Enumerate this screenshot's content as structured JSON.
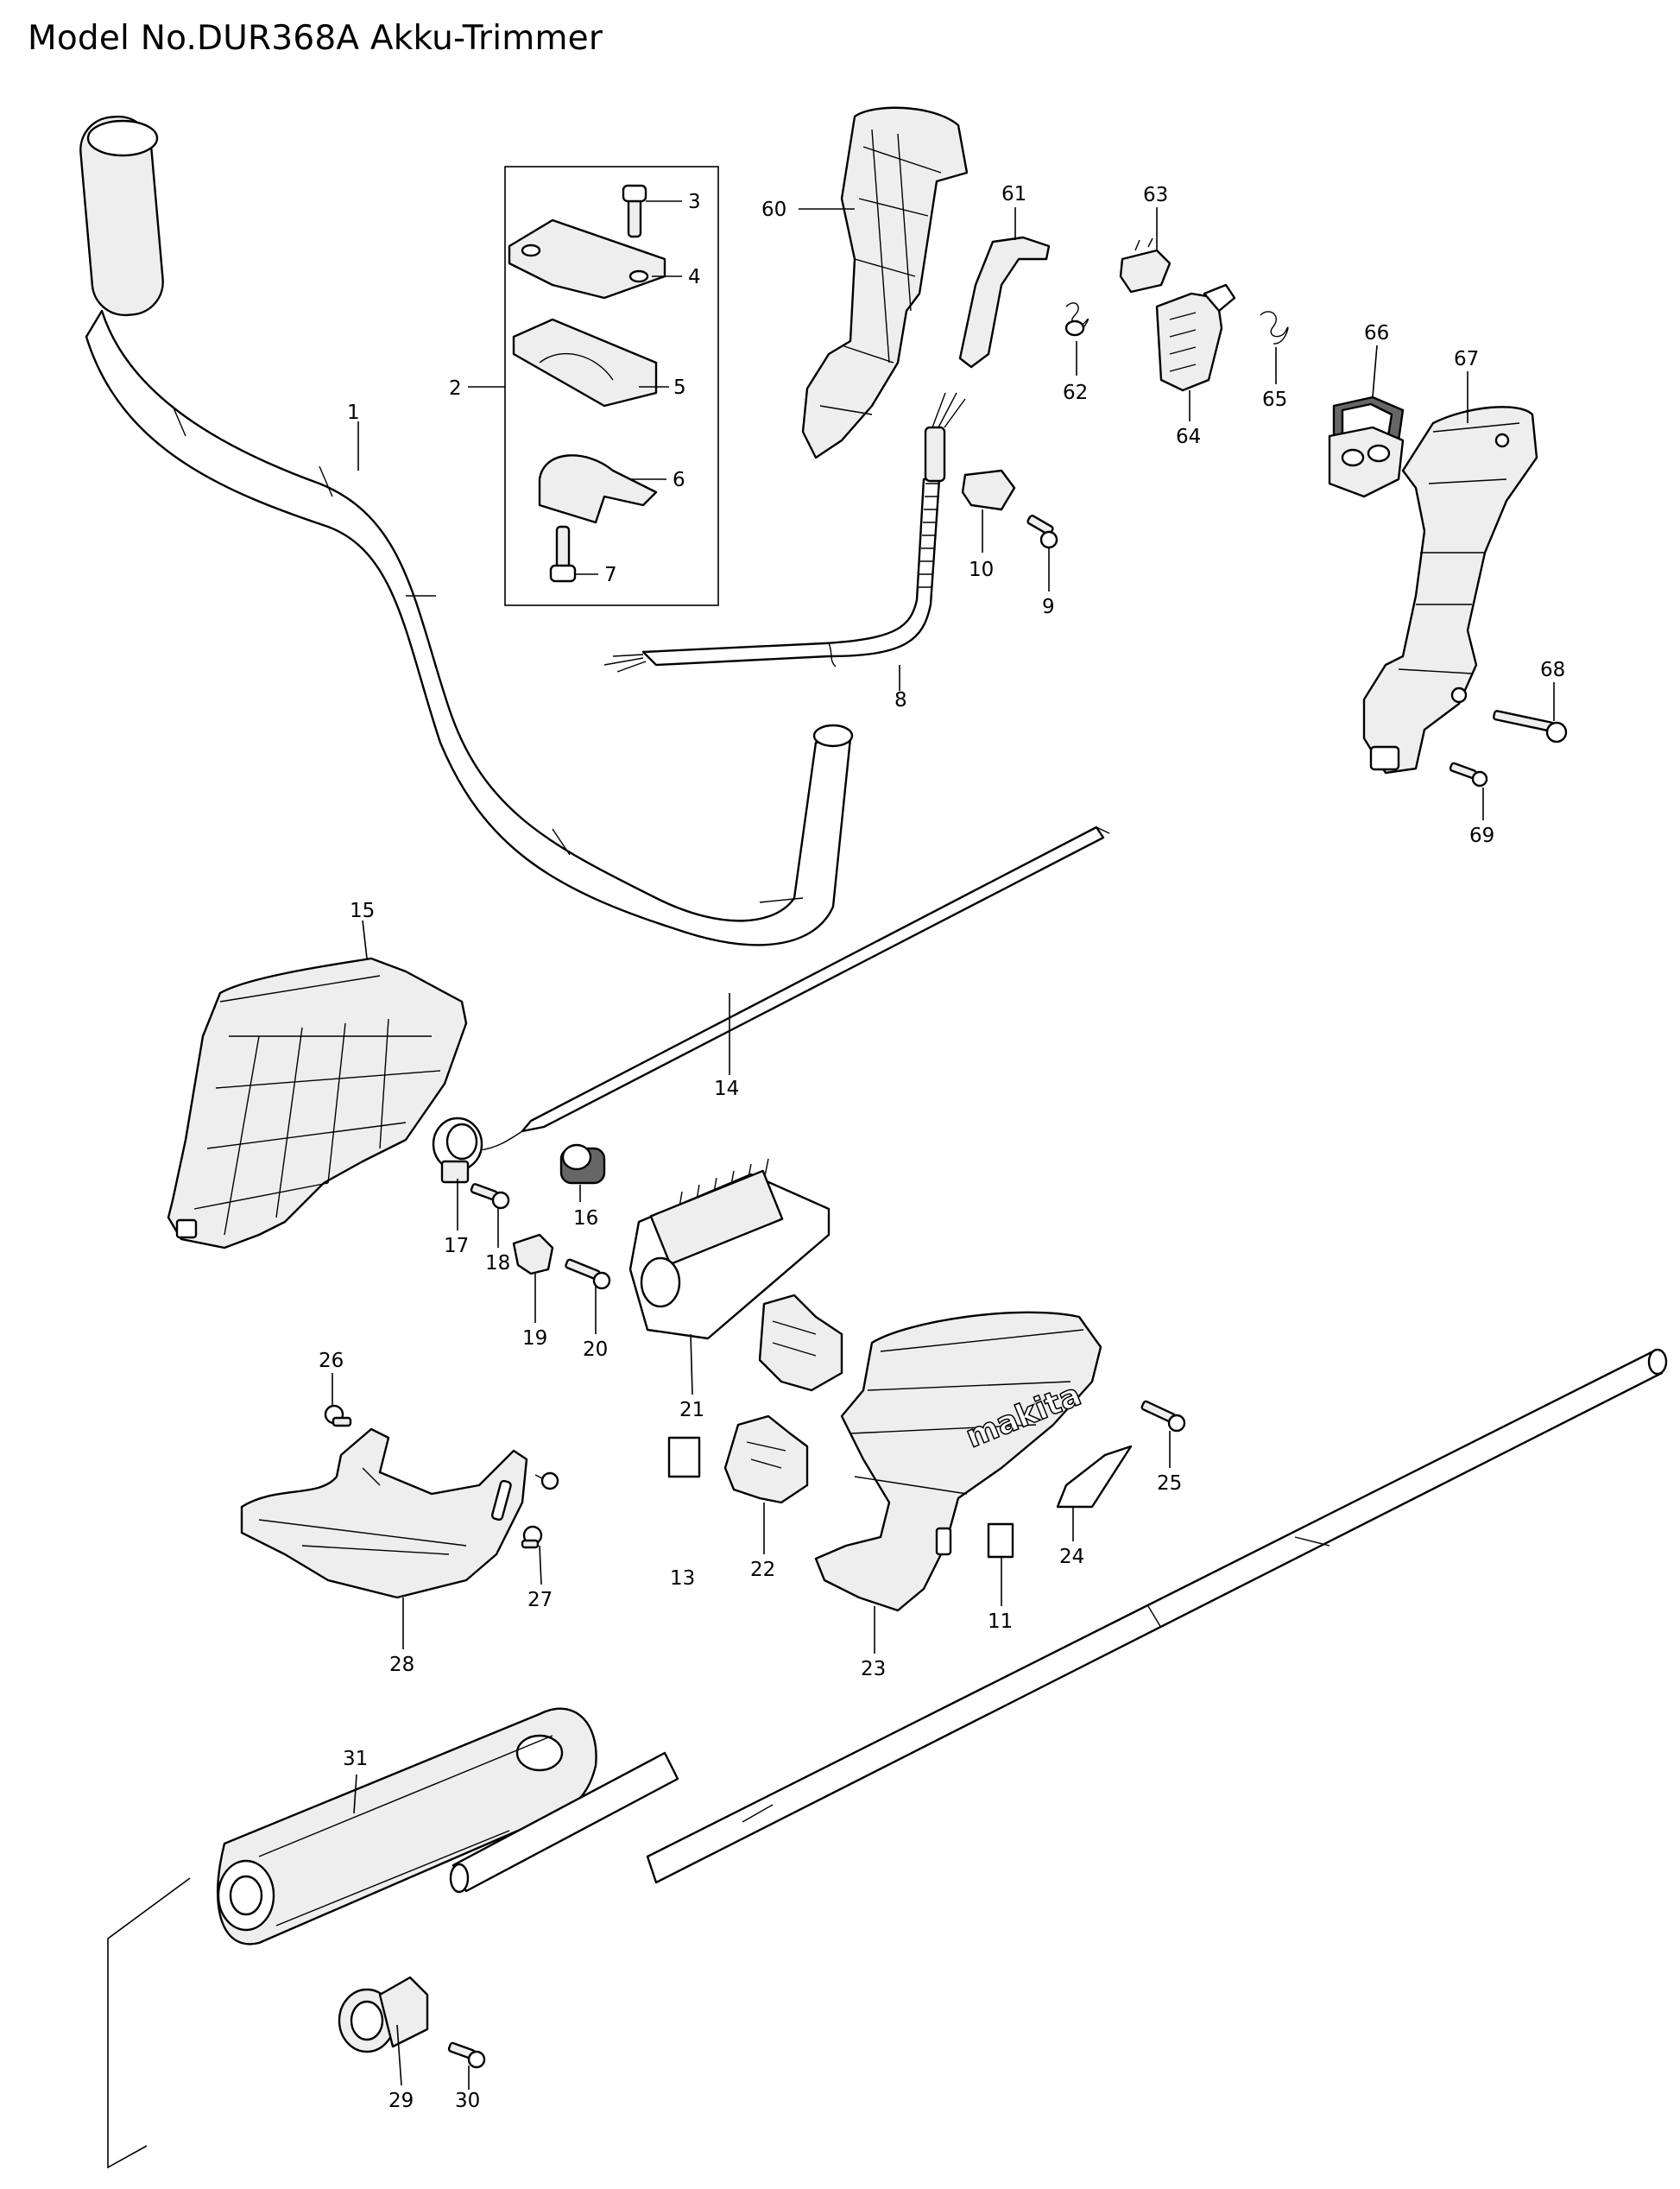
{
  "title": "Model No.DUR368A Akku-Trimmer",
  "labels": {
    "p1": "1",
    "p2": "2",
    "p3": "3",
    "p4": "4",
    "p5": "5",
    "p6": "6",
    "p7": "7",
    "p8": "8",
    "p9": "9",
    "p10": "10",
    "p11": "11",
    "p13": "13",
    "p14": "14",
    "p15": "15",
    "p16": "16",
    "p17": "17",
    "p18": "18",
    "p19": "19",
    "p20": "20",
    "p21": "21",
    "p22": "22",
    "p23": "23",
    "p24": "24",
    "p25": "25",
    "p26": "26",
    "p27": "27",
    "p28": "28",
    "p29": "29",
    "p30": "30",
    "p31": "31",
    "p60": "60",
    "p61": "61",
    "p62": "62",
    "p63": "63",
    "p64": "64",
    "p65": "65",
    "p66": "66",
    "p67": "67",
    "p68": "68",
    "p69": "69"
  },
  "logo_text": "makita"
}
